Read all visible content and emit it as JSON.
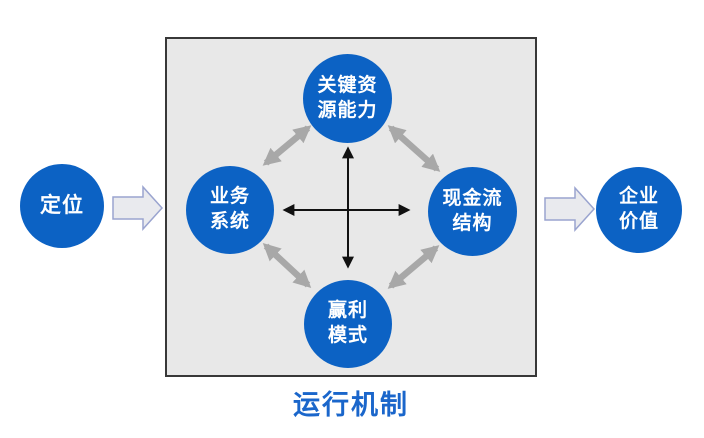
{
  "diagram": {
    "title": "运行机制",
    "nodes": {
      "positioning": {
        "label": "定位"
      },
      "key_resources": {
        "line1": "关键资",
        "line2": "源能力"
      },
      "business_system": {
        "line1": "业务",
        "line2": "系统"
      },
      "cash_flow": {
        "line1": "现金流",
        "line2": "结构"
      },
      "profit_model": {
        "line1": "赢利",
        "line2": "模式"
      },
      "enterprise_value": {
        "line1": "企业",
        "line2": "价值"
      }
    },
    "connections": [
      "定位 → 运行机制(box)",
      "运行机制(box) → 企业价值",
      "业务系统 ↔ 关键资源能力",
      "关键资源能力 ↔ 现金流结构",
      "业务系统 ↔ 赢利模式",
      "赢利模式 ↔ 现金流结构",
      "业务系统 ↔ 现金流结构 (black cross)",
      "关键资源能力 ↔ 赢利模式 (black cross)"
    ],
    "colors": {
      "node_fill": "#0c62c4",
      "node_text": "#ffffff",
      "title_text": "#1a66cb",
      "box_fill": "#e8e8e8",
      "box_border": "#383838",
      "gray_arrow": "#a8a8a8",
      "black_arrow": "#111111",
      "block_arrow_fill": "#e9eaee",
      "block_arrow_border": "#9aa4cf",
      "background": "#ffffff"
    }
  }
}
